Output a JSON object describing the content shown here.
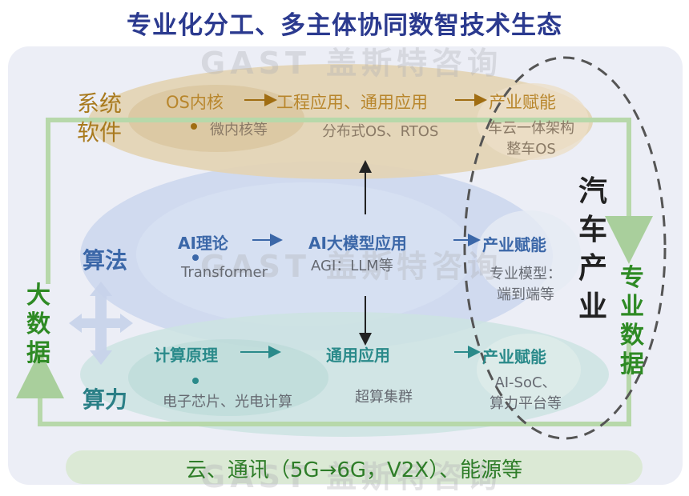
{
  "title": "专业化分工、多主体协同数智技术生态",
  "watermark": "GAST 盖斯特咨询",
  "layers": {
    "system_software": {
      "label_line1": "系统",
      "label_line2": "软件",
      "node1": "OS内核",
      "node1_detail": "微内核等",
      "node2": "工程应用、通用应用",
      "node2_detail": "分布式OS、RTOS",
      "node3": "产业赋能",
      "node3_detail_line1": "车云一体架构",
      "node3_detail_line2": "整车OS"
    },
    "algorithm": {
      "label": "算法",
      "node1": "AI理论",
      "node1_detail": "Transformer",
      "node2": "AI大模型应用",
      "node2_detail": "AGI：LLM等",
      "node3": "产业赋能",
      "node3_detail_line1": "专业模型：",
      "node3_detail_line2": "端到端等"
    },
    "computing": {
      "label": "算力",
      "node1": "计算原理",
      "node1_detail": "电子芯片、光电计算",
      "node2": "通用应用",
      "node2_detail": "超算集群",
      "node3": "产业赋能",
      "node3_detail_line1": "AI-SoC、",
      "node3_detail_line2": "算力平台等"
    }
  },
  "big_data": [
    "大",
    "数",
    "据"
  ],
  "auto_industry": [
    "汽",
    "车",
    "产",
    "业"
  ],
  "professional_data": [
    "专",
    "业",
    "数",
    "据"
  ],
  "infrastructure": "云、通讯（5G→6G，V2X）、能源等",
  "colors": {
    "title": "#2b3a8f",
    "system_software": "#b8862c",
    "algorithm": "#3b67a8",
    "computing": "#2a8a8a",
    "data": "#2e8a24"
  }
}
